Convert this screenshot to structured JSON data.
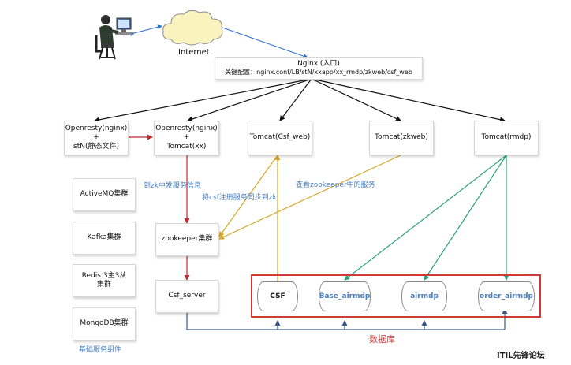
{
  "internet_label": "Internet",
  "nginx": {
    "title": "Nginx (入口)",
    "config": "关键配置：nginx.conf/LB/stN/xxapp/xx_rmdp/zkweb/csf_web"
  },
  "openresty_stn": "Openresty(nginx)\n+\nstN(静态文件)",
  "openresty_tomcat": "Openresty(nginx)\n+\nTomcat(xx)",
  "tomcat_csf": "Tomcat(Csf_web)",
  "tomcat_zk": "Tomcat(zkweb)",
  "tomcat_rmdp": "Tomcat(rmdp)",
  "base_services": [
    "ActiveMQ集群",
    "Kafka集群",
    "Redis 3主3从\n集群",
    "MongoDB集群"
  ],
  "base_services_caption": "基础服务组件",
  "zookeeper": "zookeeper集群",
  "csf_server": "Csf_server",
  "databases": [
    "CSF",
    "Base_airmdp",
    "airmdp",
    "order_airmdp"
  ],
  "db_group_label": "数据库",
  "annotations": {
    "register_to_zk": "到zk中发服务信息",
    "sync_to_zk": "将csf注册服务同步到zk",
    "view_zk": "查看zookeeper中的服务"
  },
  "watermark": "ITIL先锋论坛",
  "colors": {
    "register": "#c0282d",
    "yellow_link": "#d4a82a",
    "green_link": "#2aa37a",
    "blue_link": "#3a5a8c",
    "annotation": "#4a7fc1",
    "db_border": "#d23a3a",
    "internet_link": "#2f6fd0"
  }
}
